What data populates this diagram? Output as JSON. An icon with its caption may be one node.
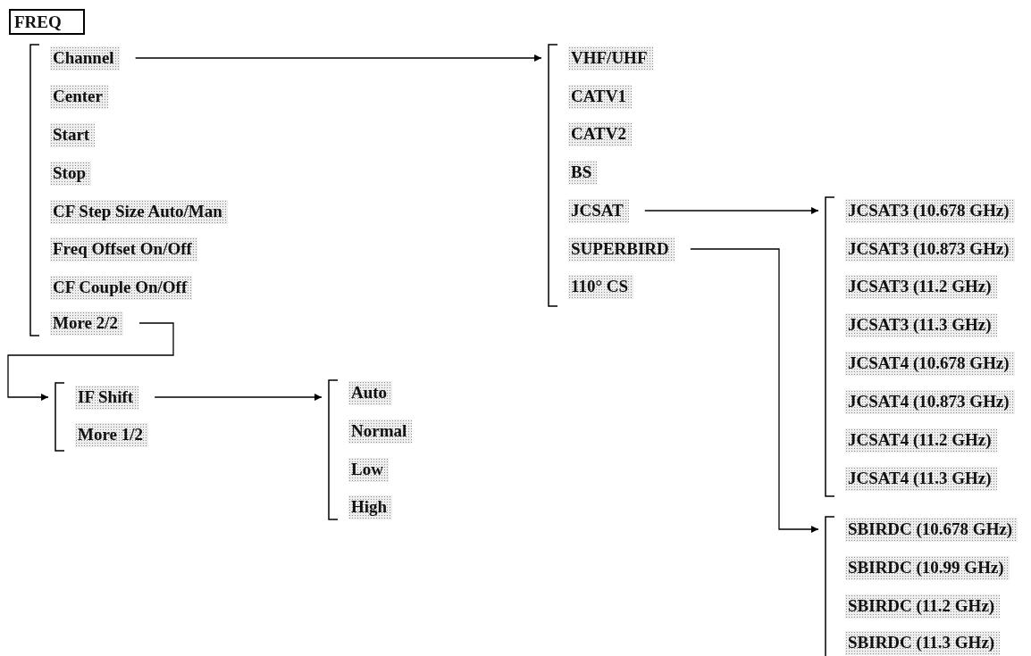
{
  "diagram": {
    "nodes": [
      {
        "text": [
          "FREQ"
        ]
      },
      {
        "text": [
          "Channel"
        ]
      },
      {
        "text": [
          "Center"
        ]
      },
      {
        "text": [
          "Start"
        ]
      },
      {
        "text": [
          "Stop"
        ]
      },
      {
        "text": [
          "CF Step Size Auto/Man"
        ]
      },
      {
        "text": [
          "Freq Offset On/Off"
        ]
      },
      {
        "text": [
          "CF Couple On/Off"
        ]
      },
      {
        "text": [
          "More 2/2"
        ]
      },
      {
        "text": [
          "VHF/UHF"
        ]
      },
      {
        "text": [
          "CATV1"
        ]
      },
      {
        "text": [
          "CATV2"
        ]
      },
      {
        "text": [
          "BS"
        ]
      },
      {
        "text": [
          "JCSAT"
        ]
      },
      {
        "text": [
          "SUPERBIRD"
        ]
      },
      {
        "text": [
          "110° CS"
        ]
      },
      {
        "text": [
          "JCSAT3 (10.678 GHz)"
        ]
      },
      {
        "text": [
          "JCSAT3 (10.873 GHz)"
        ]
      },
      {
        "text": [
          "JCSAT3 (11.2 GHz)"
        ]
      },
      {
        "text": [
          "JCSAT3 (11.3 GHz)"
        ]
      },
      {
        "text": [
          "JCSAT4 (10.678 GHz)"
        ]
      },
      {
        "text": [
          "JCSAT4 (10.873 GHz)"
        ]
      },
      {
        "text": [
          "JCSAT4 (11.2 GHz)"
        ]
      },
      {
        "text": [
          "JCSAT4 (11.3 GHz)"
        ]
      },
      {
        "text": [
          "SBIRDC (10.678 GHz)"
        ]
      },
      {
        "text": [
          "SBIRDC (10.99 GHz)"
        ]
      },
      {
        "text": [
          "SBIRDC (11.2 GHz)"
        ]
      },
      {
        "text": [
          "SBIRDC (11.3 GHz)"
        ]
      },
      {
        "text": [
          "IF Shift"
        ]
      },
      {
        "text": [
          "More 1/2"
        ]
      },
      {
        "text": [
          "Auto"
        ]
      },
      {
        "text": [
          "Normal"
        ]
      },
      {
        "text": [
          "Low"
        ]
      },
      {
        "text": [
          "High"
        ]
      }
    ],
    "edges": [
      {
        "from": 1,
        "to": 9,
        "arrow": "to"
      },
      {
        "from": 13,
        "to": 16,
        "arrow": "to"
      },
      {
        "from": 14,
        "to": 24,
        "arrow": "to"
      },
      {
        "from": 8,
        "to": 28,
        "arrow": "to"
      },
      {
        "from": 28,
        "to": 30,
        "arrow": "to"
      }
    ]
  }
}
